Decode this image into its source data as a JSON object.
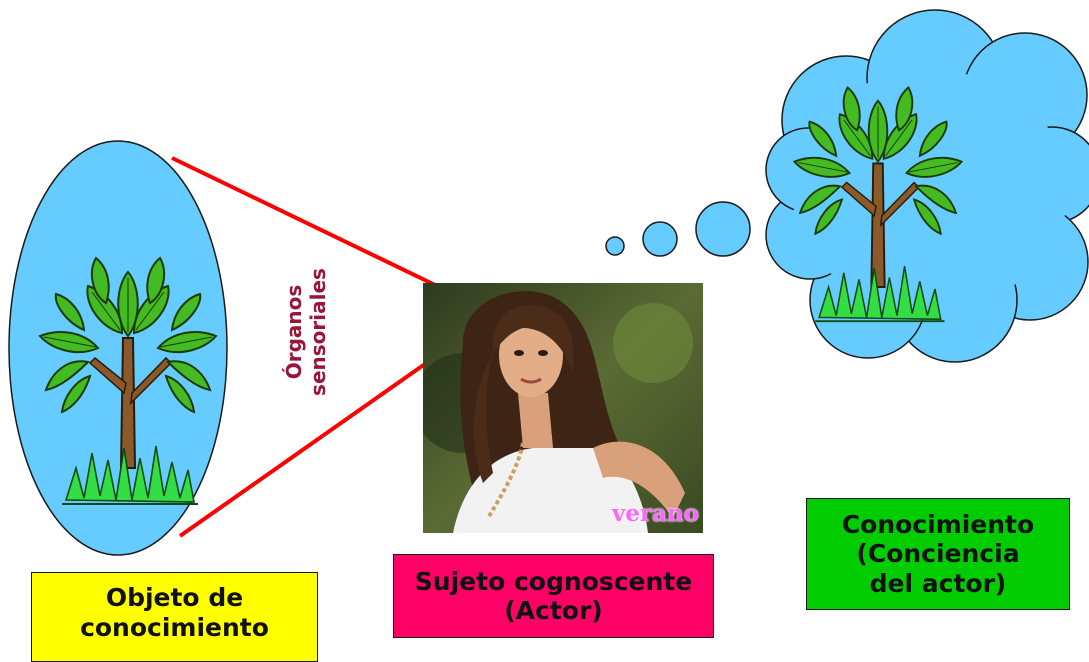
{
  "labels": {
    "organos_line1": "Órganos",
    "organos_line2": "sensoriales",
    "objeto_line1": "Objeto de",
    "objeto_line2": "conocimiento",
    "sujeto_line1": "Sujeto cognoscente",
    "sujeto_line2": "(Actor)",
    "conocimiento_line1": "Conocimiento",
    "conocimiento_line2": "(Conciencia",
    "conocimiento_line3": "del actor)"
  },
  "photo": {
    "watermark": "verano"
  },
  "colors": {
    "sky_blue": "#66ccff",
    "sense_lines": "#ff0000",
    "objeto_box": "#ffff00",
    "sujeto_box": "#ff0066",
    "conocimiento_box": "#00cc00",
    "organos_text": "#99163a"
  }
}
